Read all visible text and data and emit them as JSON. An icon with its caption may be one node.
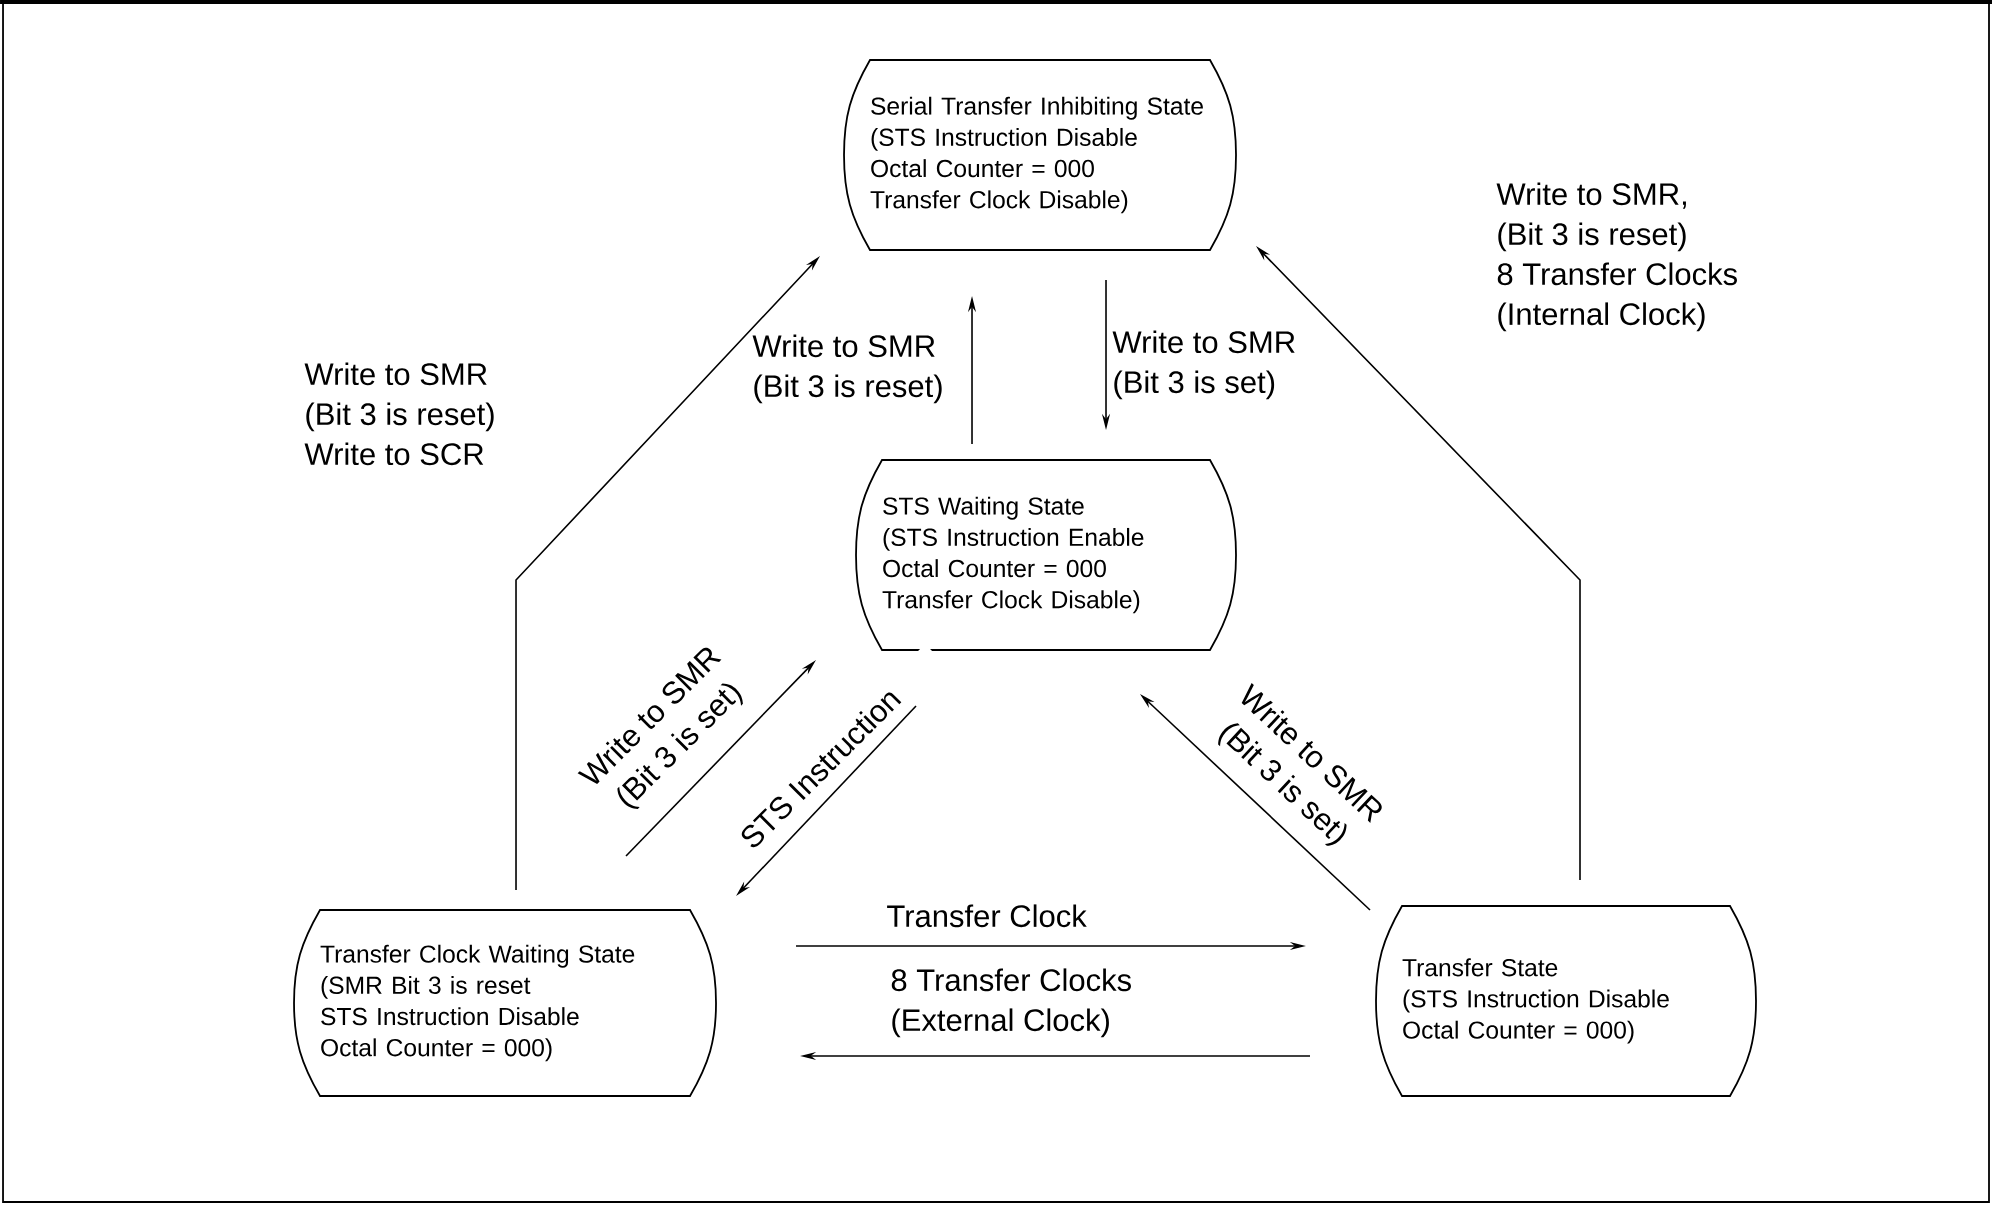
{
  "diagram": {
    "nodes": [
      {
        "text": [
          "Serial Transfer Inhibiting State",
          "(STS Instruction Disable",
          "Octal Counter = 000",
          "Transfer Clock Disable)"
        ]
      },
      {
        "text": [
          "STS Waiting State",
          "(STS Instruction Enable",
          "Octal Counter = 000",
          "Transfer Clock Disable)"
        ]
      },
      {
        "text": [
          "Transfer Clock Waiting State",
          "(SMR Bit 3 is reset",
          "STS Instruction Disable",
          "Octal Counter = 000)"
        ]
      },
      {
        "text": [
          "Transfer State",
          "(STS Instruction Disable",
          "Octal Counter = 000)"
        ]
      }
    ],
    "edges": [
      {
        "from": 2,
        "to": 0,
        "arrow": "to",
        "label": "Write to SMR (Bit 3 is reset) Write to SCR"
      },
      {
        "from": 1,
        "to": 0,
        "arrow": "to",
        "label": "Write to SMR (Bit 3 is reset)"
      },
      {
        "from": 0,
        "to": 1,
        "arrow": "to",
        "label": "Write to SMR (Bit 3 is set)"
      },
      {
        "from": 2,
        "to": 1,
        "arrow": "to",
        "label": "Write to SMR (Bit 3 is set)"
      },
      {
        "from": 1,
        "to": 2,
        "arrow": "to",
        "label": "STS Instruction"
      },
      {
        "from": 3,
        "to": 1,
        "arrow": "to",
        "label": "Write to SMR (Bit 3 is set)"
      },
      {
        "from": 3,
        "to": 0,
        "arrow": "to",
        "label": "Write to SMR, (Bit 3 is reset) 8 Transfer Clocks (Internal Clock)"
      },
      {
        "from": 2,
        "to": 3,
        "arrow": "to",
        "label": "Transfer Clock"
      },
      {
        "from": 3,
        "to": 2,
        "arrow": "to",
        "label": "8 Transfer Clocks (External Clock)"
      }
    ]
  }
}
